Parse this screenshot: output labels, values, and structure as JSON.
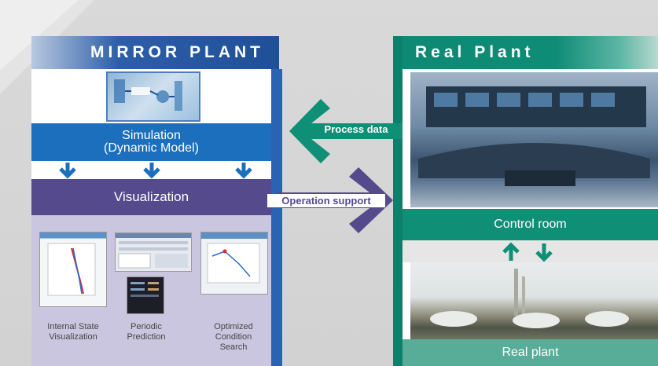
{
  "mirror_plant": {
    "title": "MIRROR PLANT",
    "simulation_line1": "Simulation",
    "simulation_line2": "(Dynamic Model)",
    "visualization": "Visualization",
    "captions": [
      {
        "line1": "Internal State",
        "line2": "Visualization",
        "line3": ""
      },
      {
        "line1": "Periodic",
        "line2": "Prediction",
        "line3": ""
      },
      {
        "line1": "Optimized",
        "line2": "Condition",
        "line3": "Search"
      }
    ]
  },
  "real_plant": {
    "title": "Real Plant",
    "control_room": "Control room",
    "real_plant": "Real plant"
  },
  "arrows": {
    "process_data": "Process data",
    "operation_support": "Operation support"
  },
  "colors": {
    "mirror_blue": "#1c6fbd",
    "mirror_purple": "#554a8c",
    "real_green": "#0e8f76",
    "process_arrow": "#0e8f76",
    "operation_arrow": "#554a8c"
  }
}
